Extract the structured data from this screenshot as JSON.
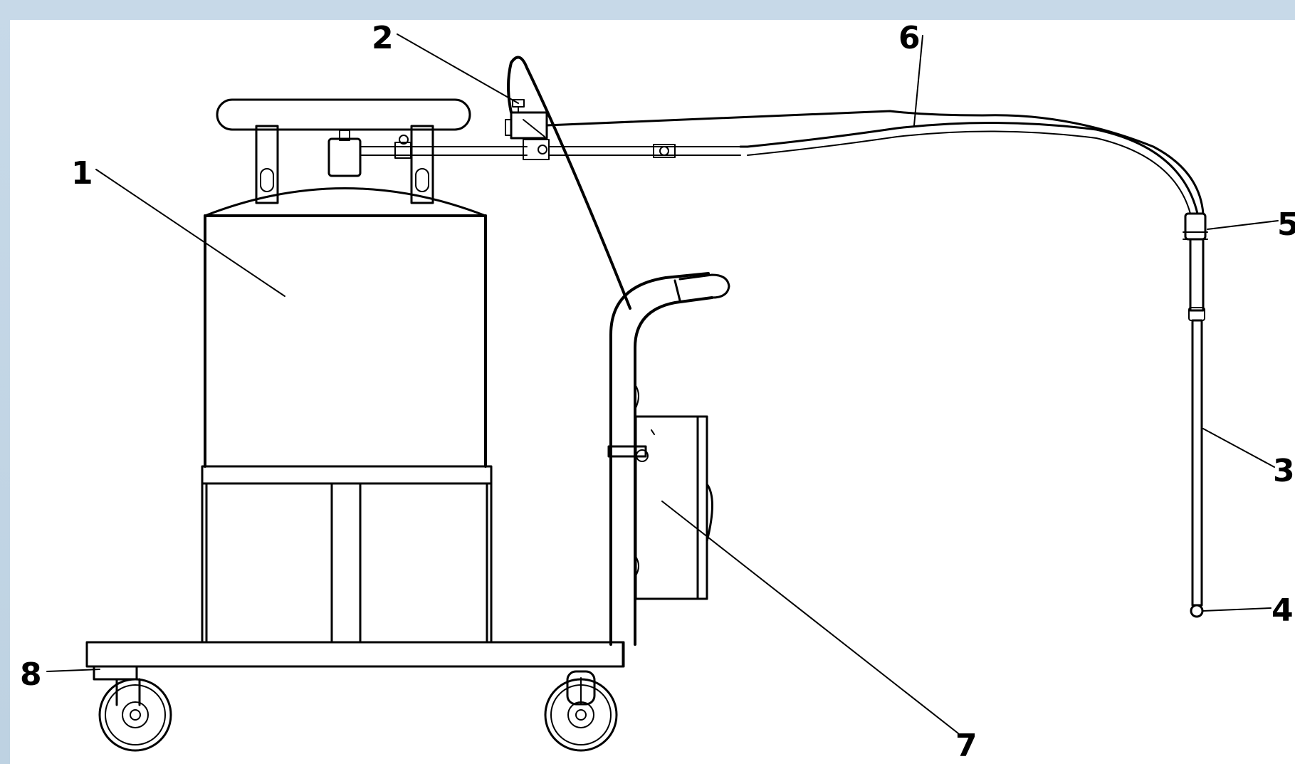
{
  "diagram": {
    "colors": {
      "frame_background": "#c3d5e4",
      "canvas_background": "#ffffff",
      "line": "#000000"
    },
    "labels": [
      {
        "id": "1",
        "text": "1"
      },
      {
        "id": "2",
        "text": "2"
      },
      {
        "id": "3",
        "text": "3"
      },
      {
        "id": "4",
        "text": "4"
      },
      {
        "id": "5",
        "text": "5"
      },
      {
        "id": "6",
        "text": "6"
      },
      {
        "id": "7",
        "text": "7"
      },
      {
        "id": "8",
        "text": "8"
      }
    ]
  }
}
